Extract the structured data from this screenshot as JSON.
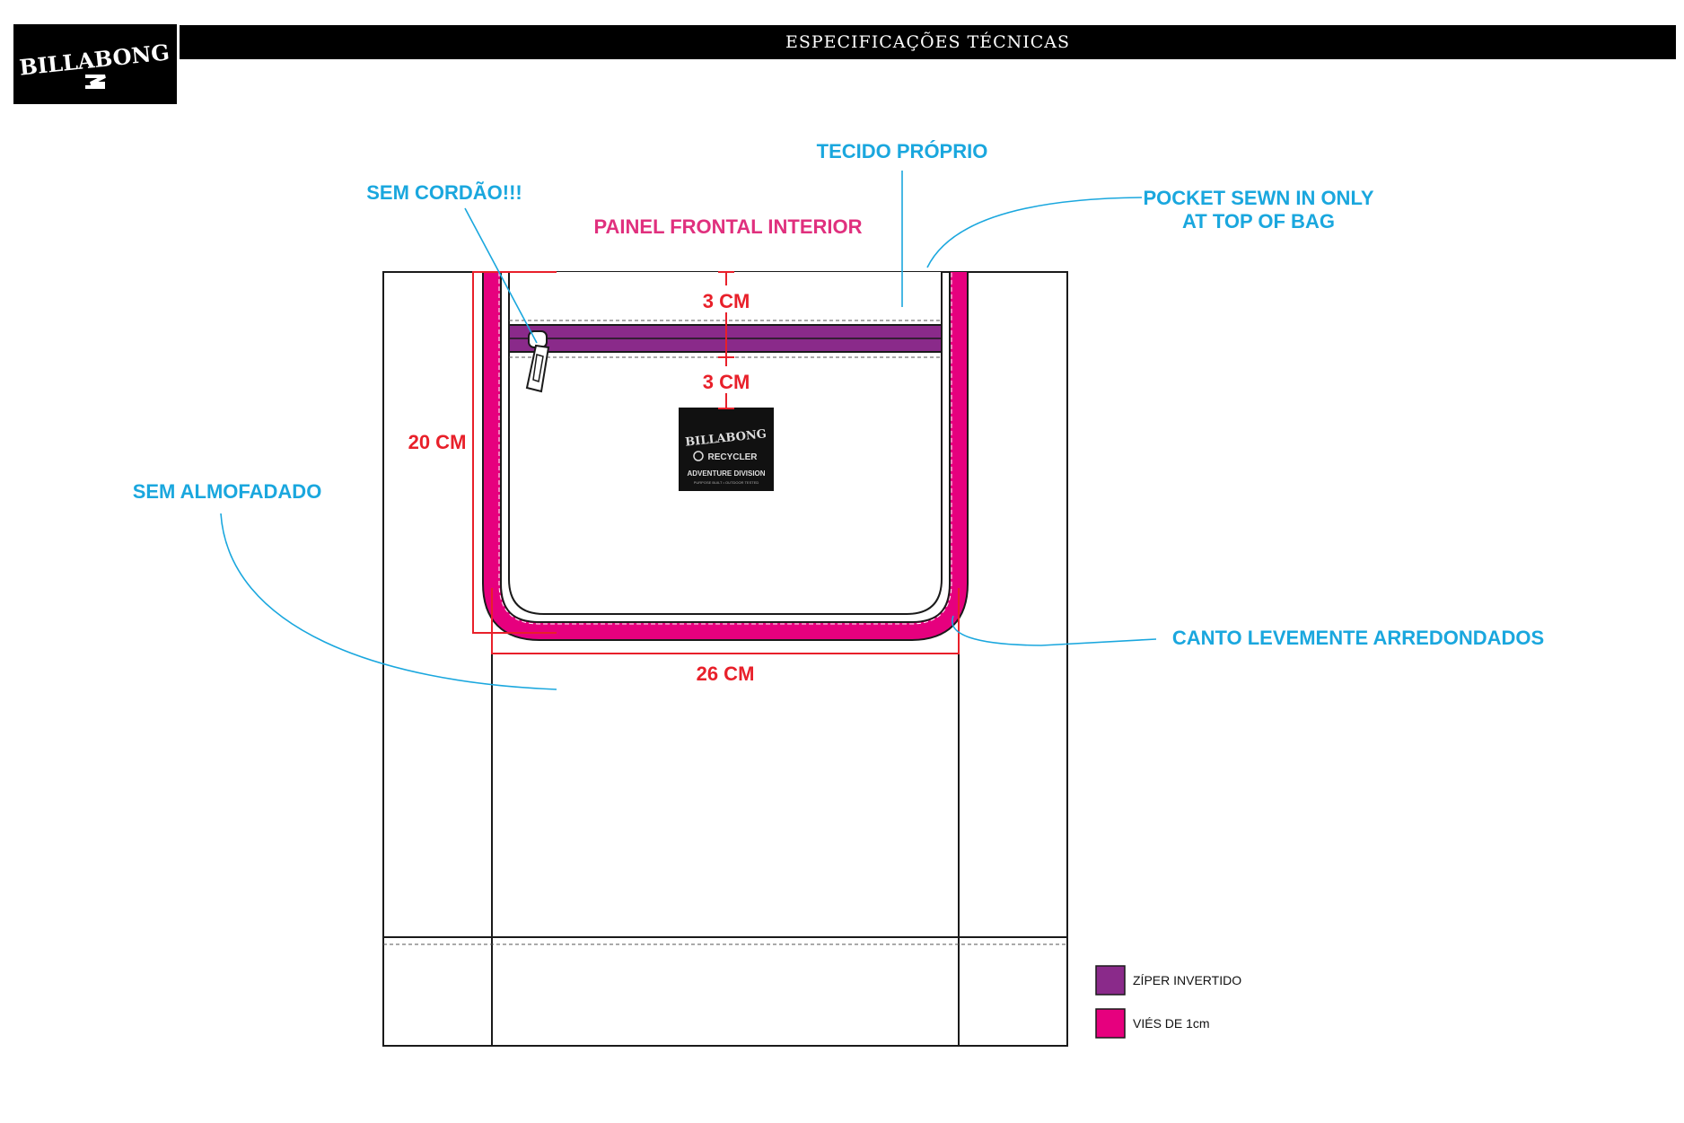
{
  "header": {
    "title": "ESPECIFICAÇÕES TÉCNICAS",
    "brand": "BILLABONG"
  },
  "colors": {
    "callout_blue": "#1aa7de",
    "callout_pink": "#e0307e",
    "dimension_red": "#e8202a",
    "zipper_purple": "#8a2a8a",
    "binding_magenta": "#e6007e",
    "outline": "#1a1a1a"
  },
  "callouts": {
    "tecido_proprio": "TECIDO PRÓPRIO",
    "sem_cordao": "SEM CORDÃO!!!",
    "pocket_line1": "POCKET SEWN IN ONLY",
    "pocket_line2": "AT TOP OF BAG",
    "painel_frontal": "PAINEL FRONTAL INTERIOR",
    "sem_almofadado": "SEM ALMOFADADO",
    "canto": "CANTO LEVEMENTE ARREDONDADOS"
  },
  "dimensions": {
    "top_gap": "3 CM",
    "below_zip": "3 CM",
    "height": "20 CM",
    "width": "26 CM"
  },
  "label_patch": {
    "brand": "BILLABONG",
    "line1": "RECYCLER",
    "line2": "ADVENTURE DIVISION",
    "line3": "PURPOSE BUILT • OUTDOOR TESTED"
  },
  "legend": [
    {
      "label": "ZÍPER INVERTIDO",
      "color": "#8a2a8a"
    },
    {
      "label": "VIÉS DE 1cm",
      "color": "#e6007e"
    }
  ]
}
